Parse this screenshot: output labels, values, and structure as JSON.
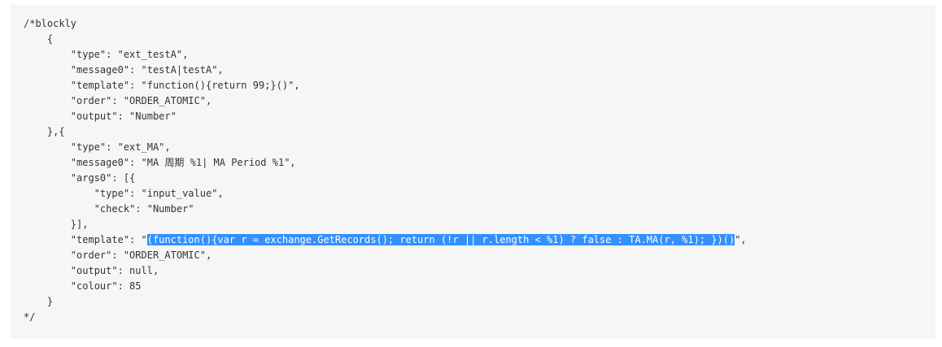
{
  "code": {
    "lines": [
      {
        "text": "/*blockly"
      },
      {
        "text": "    {"
      },
      {
        "text": "        \"type\": \"ext_testA\","
      },
      {
        "text": "        \"message0\": \"testA|testA\","
      },
      {
        "text": "        \"template\": \"function(){return 99;}()\","
      },
      {
        "text": "        \"order\": \"ORDER_ATOMIC\","
      },
      {
        "text": "        \"output\": \"Number\""
      },
      {
        "text": "    },{"
      },
      {
        "text": "        \"type\": \"ext_MA\","
      },
      {
        "text": "        \"message0\": \"MA 周期 %1| MA Period %1\","
      },
      {
        "text": "        \"args0\": [{"
      },
      {
        "text": "            \"type\": \"input_value\","
      },
      {
        "text": "            \"check\": \"Number\""
      },
      {
        "text": "        }],"
      },
      {
        "text_before": "        \"template\": \"",
        "selected": "(function(){var r = exchange.GetRecords(); return (!r || r.length < %1) ? false : TA.MA(r, %1); })()",
        "text_after": "\","
      },
      {
        "text": "        \"order\": \"ORDER_ATOMIC\","
      },
      {
        "text": "        \"output\": null,"
      },
      {
        "text": "        \"colour\": 85"
      },
      {
        "text": "    }"
      },
      {
        "text": "*/"
      }
    ]
  },
  "colors": {
    "background": "#f6f6f6",
    "text": "#333333",
    "selection": "#3390ff"
  }
}
